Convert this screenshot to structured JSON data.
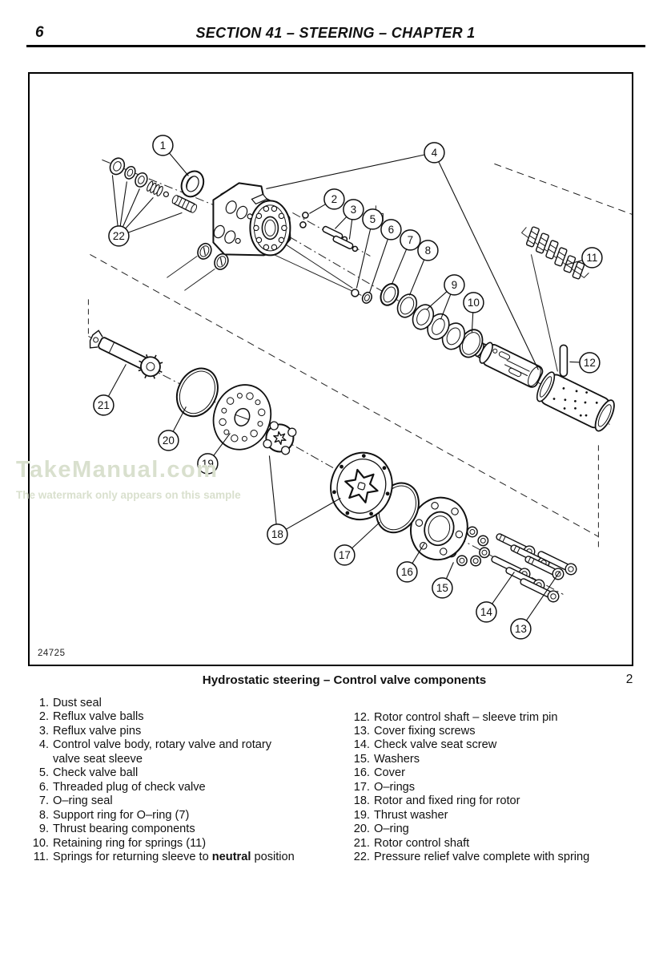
{
  "page": {
    "number": "6",
    "title": "SECTION 41 – STEERING – CHAPTER 1"
  },
  "watermark": {
    "line1": "TakeManual.com",
    "line2": "The watermark only appears on this sample"
  },
  "figure": {
    "photo_number": "24725",
    "figure_number": "2",
    "caption": "Hydrostatic steering – Control valve components",
    "callouts": [
      "1",
      "2",
      "3",
      "4",
      "5",
      "6",
      "7",
      "8",
      "9",
      "10",
      "11",
      "12",
      "13",
      "14",
      "15",
      "16",
      "17",
      "18",
      "19",
      "20",
      "21",
      "22"
    ]
  },
  "parts_list": {
    "left": [
      {
        "num": "1.",
        "segments": [
          {
            "text": "Dust seal"
          }
        ]
      },
      {
        "num": "2.",
        "segments": [
          {
            "text": "Reflux valve balls"
          }
        ]
      },
      {
        "num": "3.",
        "segments": [
          {
            "text": "Reflux valve pins"
          }
        ]
      },
      {
        "num": "4.",
        "segments": [
          {
            "text": "Control valve body, rotary valve and rotary"
          },
          {
            "br": true
          },
          {
            "text": "valve seat sleeve"
          }
        ]
      },
      {
        "num": "5.",
        "segments": [
          {
            "text": "Check valve ball"
          }
        ]
      },
      {
        "num": "6.",
        "segments": [
          {
            "text": "Threaded plug of check valve"
          }
        ]
      },
      {
        "num": "7.",
        "segments": [
          {
            "text": "O–ring seal"
          }
        ]
      },
      {
        "num": "8.",
        "segments": [
          {
            "text": "Support ring for O–ring (7)"
          }
        ]
      },
      {
        "num": "9.",
        "segments": [
          {
            "text": "Thrust bearing components"
          }
        ]
      },
      {
        "num": "10.",
        "segments": [
          {
            "text": "Retaining ring for springs (11)"
          }
        ]
      },
      {
        "num": "11.",
        "segments": [
          {
            "text": "Springs for returning sleeve to "
          },
          {
            "text": "neutral",
            "bold": true
          },
          {
            "text": " position"
          }
        ]
      }
    ],
    "right": [
      {
        "num": "12.",
        "segments": [
          {
            "text": "Rotor control shaft – sleeve trim pin"
          }
        ]
      },
      {
        "num": "13.",
        "segments": [
          {
            "text": "Cover fixing screws"
          }
        ]
      },
      {
        "num": "14.",
        "segments": [
          {
            "text": "Check valve seat screw"
          }
        ]
      },
      {
        "num": "15.",
        "segments": [
          {
            "text": "Washers"
          }
        ]
      },
      {
        "num": "16.",
        "segments": [
          {
            "text": "Cover"
          }
        ]
      },
      {
        "num": "17.",
        "segments": [
          {
            "text": "O–rings"
          }
        ]
      },
      {
        "num": "18.",
        "segments": [
          {
            "text": "Rotor and fixed ring for rotor"
          }
        ]
      },
      {
        "num": "19.",
        "segments": [
          {
            "text": "Thrust washer"
          }
        ]
      },
      {
        "num": "20.",
        "segments": [
          {
            "text": "O–ring"
          }
        ]
      },
      {
        "num": "21.",
        "segments": [
          {
            "text": "Rotor control shaft"
          }
        ]
      },
      {
        "num": "22.",
        "segments": [
          {
            "text": "Pressure relief valve complete with spring"
          }
        ]
      }
    ]
  }
}
